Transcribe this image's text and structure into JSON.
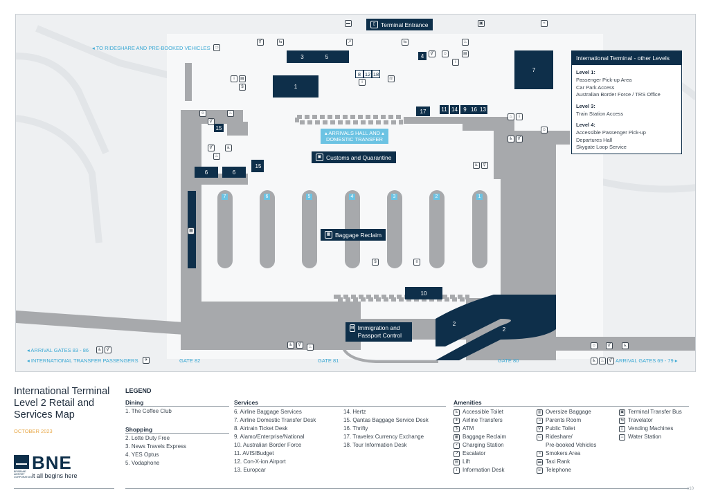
{
  "map": {
    "terminal_entrance": "Terminal Entrance",
    "customs": "Customs and Quarantine",
    "baggage_reclaim": "Baggage Reclaim",
    "immigration": "Immigration and Passport Control",
    "to_rideshare": "◂ TO RIDESHARE AND PRE-BOOKED VEHICLES",
    "arrivals_hall": "▴ ARRIVALS HALL AND ▴\nDOMESTIC TRANSFER",
    "arrival_gates_left": "◂ ARRIVAL GATES 83 - 86",
    "international_transfer": "◂ INTERNATIONAL TRANSFER PASSENGERS",
    "arrival_gates_right": "ARRIVAL GATES 69 - 79 ▸",
    "gates": [
      "GATE 82",
      "GATE 81",
      "GATE 80"
    ],
    "carousels": [
      "7",
      "6",
      "5",
      "4",
      "3",
      "2",
      "1"
    ],
    "numbers": {
      "n1": "1",
      "n2": "2",
      "n3": "3",
      "n4": "4",
      "n5": "5",
      "n6": "6",
      "n7": "7",
      "n8": "8",
      "n10": "10",
      "n11": "11",
      "n12": "12",
      "n13": "13",
      "n14": "14",
      "n15": "15",
      "n16": "16",
      "n17": "17",
      "n18": "18",
      "n9": "9"
    }
  },
  "levels": {
    "title": "International Terminal - other Levels",
    "l1_title": "Level 1:",
    "l1_items": [
      "Passenger Pick-up Area",
      "Car Park Access",
      "Australian Border Force / TRS Office"
    ],
    "l3_title": "Level 3:",
    "l3_items": [
      "Train Station Access"
    ],
    "l4_title": "Level 4:",
    "l4_items": [
      "Accessible Passenger Pick-up",
      "Departures Hall",
      "Skygate Loop Service"
    ]
  },
  "footer": {
    "title": "International Terminal Level 2 Retail and Services Map",
    "date": "OCTOBER 2023",
    "brand": "BNE",
    "brand_sub": "BRISBANE AIRPORT CORPORATION",
    "tagline": "it all begins here",
    "version": "v10"
  },
  "legend": {
    "title": "LEGEND",
    "dining_h": "Dining",
    "dining": [
      "1.  The Coffee Club"
    ],
    "shopping_h": "Shopping",
    "shopping": [
      "2.  Lotte Duty Free",
      "3.  News Travels Express",
      "4.  YES Optus",
      "5.  Vodaphone"
    ],
    "services_h": "Services",
    "services_a": [
      "6.  Airline Baggage Services",
      "7.  Airline Domestic Transfer Desk",
      "8.  Airtrain Ticket Desk",
      "9.  Alamo/Enterprise/National",
      "10.  Australian Border Force",
      "11.  AVIS/Budget",
      "12.  Con-X-ion Airport",
      "13.  Europcar"
    ],
    "services_b": [
      "14.  Hertz",
      "15.  Qantas Baggage Service Desk",
      "16.  Thrifty",
      "17.  Travelex Currency Exchange",
      "18.  Tour Information Desk"
    ],
    "amenities_h": "Amenities",
    "amen_a": [
      "Accessible Toilet",
      "Airline Transfers",
      "ATM",
      "Baggage Reclaim",
      "Charging Station",
      "Escalator",
      "Lift",
      "Information Desk"
    ],
    "amen_b": [
      "Oversize Baggage",
      "Parents Room",
      "Public Toilet",
      "Rideshare/",
      "Pre-booked Vehicles",
      "Smokers Area",
      "Taxi Rank",
      "Telephone"
    ],
    "amen_c": [
      "Terminal Transfer Bus",
      "Travelator",
      "Vending Machines",
      "Water Station"
    ]
  },
  "colors": {
    "navy": "#0e2f4a",
    "grey": "#a7a9ac",
    "cyan": "#6cc3e3",
    "gold": "#e8a94a"
  }
}
